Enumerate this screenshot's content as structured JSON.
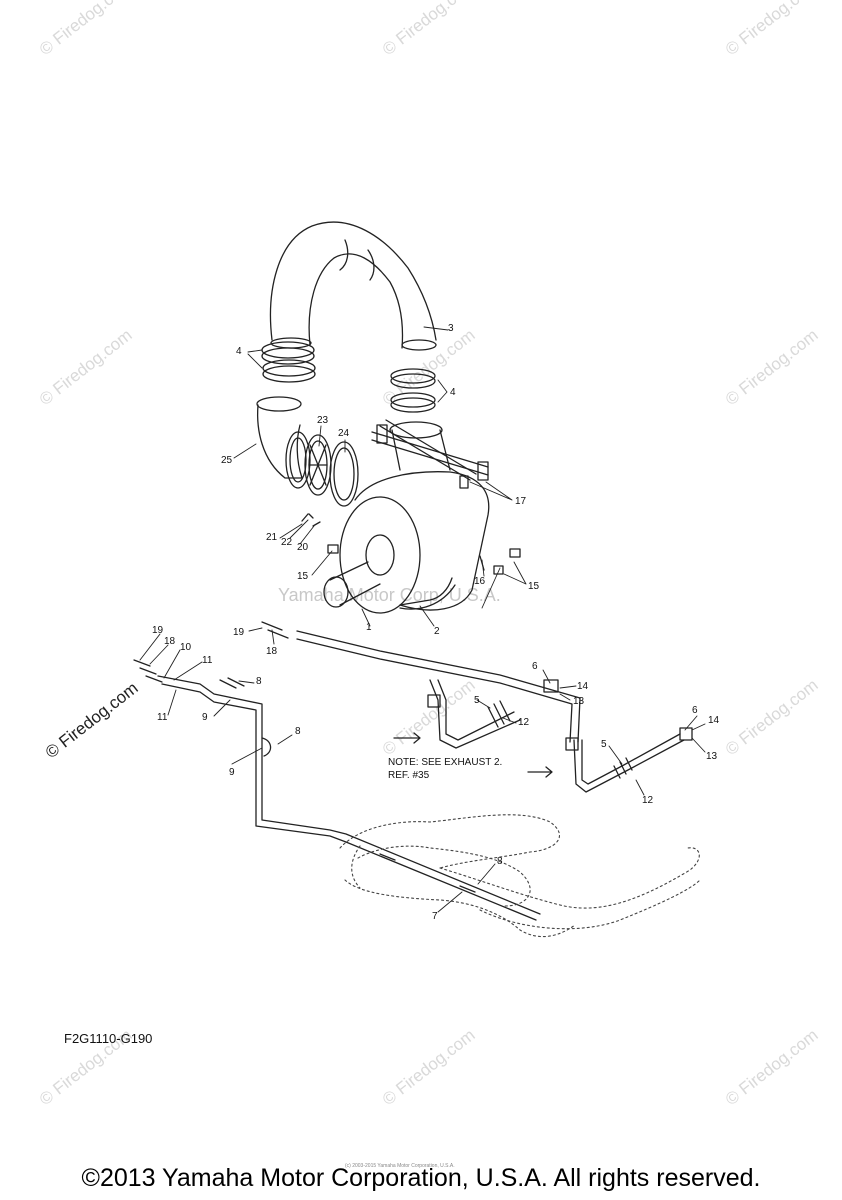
{
  "watermark": "© Firedog.com",
  "center_watermark": "Yamaha Motor Corp, U.S.A.",
  "diagram_code": "F2G1110-G190",
  "note": {
    "line1": "NOTE: SEE EXHAUST 2.",
    "line2": "REF. #35"
  },
  "tiny_copyright": "(c) 2003-2015 Yamaha Motor Corporation, U.S.A.",
  "footer": "©2013 Yamaha Motor Corporation, U.S.A. All rights reserved.",
  "callouts": {
    "c1": "1",
    "c2": "2",
    "c3": "3",
    "c4a": "4",
    "c4b": "4",
    "c5a": "5",
    "c5b": "5",
    "c6a": "6",
    "c6b": "6",
    "c7": "7",
    "c8a": "8",
    "c8b": "8",
    "c8c": "8",
    "c9a": "9",
    "c9b": "9",
    "c10": "10",
    "c11a": "11",
    "c11b": "11",
    "c12a": "12",
    "c12b": "12",
    "c13a": "13",
    "c13b": "13",
    "c14a": "14",
    "c14b": "14",
    "c15a": "15",
    "c15b": "15",
    "c16": "16",
    "c17": "17",
    "c18a": "18",
    "c18b": "18",
    "c19a": "19",
    "c19b": "19",
    "c20": "20",
    "c21": "21",
    "c22": "22",
    "c23": "23",
    "c24": "24",
    "c25": "25"
  }
}
